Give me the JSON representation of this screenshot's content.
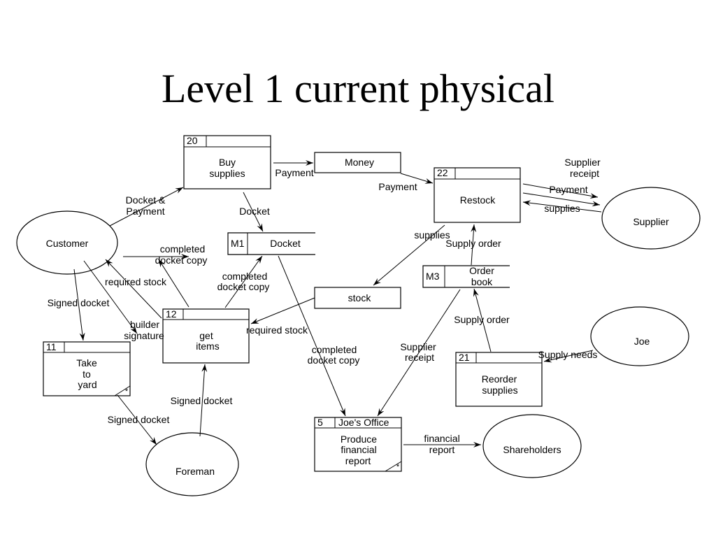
{
  "title": "Level 1 current physical",
  "external_entities": {
    "customer": "Customer",
    "supplier": "Supplier",
    "joe": "Joe",
    "shareholders": "Shareholders",
    "foreman": "Foreman"
  },
  "processes": {
    "buy_supplies": {
      "id": "20",
      "location": "",
      "lines": [
        "Buy",
        "supplies"
      ]
    },
    "restock": {
      "id": "22",
      "location": "",
      "lines": [
        "Restock"
      ]
    },
    "get_items": {
      "id": "12",
      "location": "",
      "lines": [
        "get",
        "items"
      ]
    },
    "take_to_yard": {
      "id": "11",
      "location": "",
      "lines": [
        "Take",
        "to",
        "yard"
      ],
      "mark": "*"
    },
    "reorder_supplies": {
      "id": "21",
      "location": "",
      "lines": [
        "Reorder",
        "supplies"
      ]
    },
    "produce_report": {
      "id": "5",
      "location": "Joe's Office",
      "lines": [
        "Produce",
        "financial",
        "report"
      ],
      "mark": "*"
    }
  },
  "data_stores": {
    "money": {
      "id": "",
      "name": [
        "Money"
      ]
    },
    "docket": {
      "id": "M1",
      "name": [
        "Docket"
      ]
    },
    "stock": {
      "id": "",
      "name": [
        "stock"
      ]
    },
    "order_book": {
      "id": "M3",
      "name": [
        "Order",
        "book"
      ]
    }
  },
  "flows": {
    "docket_payment": [
      "Docket &",
      "Payment"
    ],
    "payment_1": "Payment",
    "payment_2": "Payment",
    "payment_3": "Payment",
    "supplier_receipt_1": [
      "Supplier",
      "receipt"
    ],
    "supplies_1": "supplies",
    "docket": "Docket",
    "completed_docket_copy_1": [
      "completed",
      "docket copy"
    ],
    "completed_docket_copy_2": [
      "completed",
      "docket copy"
    ],
    "completed_docket_copy_3": [
      "completed",
      "docket copy"
    ],
    "required_stock_1": "required stock",
    "required_stock_2": "required stock",
    "signed_docket_1": "Signed docket",
    "signed_docket_2": "Signed docket",
    "signed_docket_3": "Signed docket",
    "builder_signature": [
      "builder",
      "signature"
    ],
    "supplies_2": "supplies",
    "supply_order_1": "Supply order",
    "supply_order_2": "Supply order",
    "supplier_receipt_2": [
      "Supplier",
      "receipt"
    ],
    "supply_needs": "Supply needs",
    "financial_report": [
      "financial",
      "report"
    ]
  }
}
